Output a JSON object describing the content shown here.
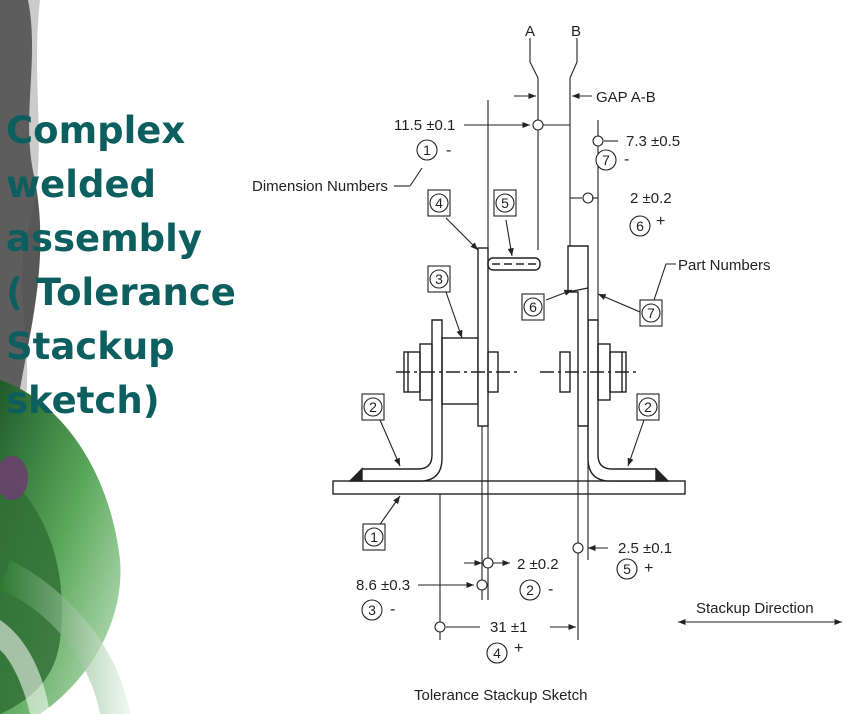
{
  "slide": {
    "title_lines": [
      "Complex",
      "welded",
      "assembly",
      "( Tolerance",
      "Stackup",
      "sketch)"
    ]
  },
  "diagram": {
    "caption": "Tolerance Stackup Sketch",
    "labels": {
      "a": "A",
      "b": "B",
      "gap": "GAP A-B",
      "dimension_numbers": "Dimension Numbers",
      "part_numbers": "Part Numbers",
      "stackup_direction": "Stackup Direction"
    },
    "dimensions": [
      {
        "value": "11.5 ±0.1",
        "number": "1",
        "sign": "-"
      },
      {
        "value": "7.3 ±0.5",
        "number": "7",
        "sign": "-"
      },
      {
        "value": "2 ±0.2",
        "number": "6",
        "sign": "+"
      },
      {
        "value": "2 ±0.2",
        "number": "2",
        "sign": "-"
      },
      {
        "value": "2.5 ±0.1",
        "number": "5",
        "sign": "+"
      },
      {
        "value": "8.6 ±0.3",
        "number": "3",
        "sign": "-"
      },
      {
        "value": "31 ±1",
        "number": "4",
        "sign": "+"
      }
    ],
    "parts": [
      "1",
      "2",
      "3",
      "4",
      "5",
      "6",
      "7"
    ]
  },
  "colors": {
    "title": "#0d5f5f",
    "ink": "#222222",
    "leaf_green": "#3f8f3a"
  }
}
